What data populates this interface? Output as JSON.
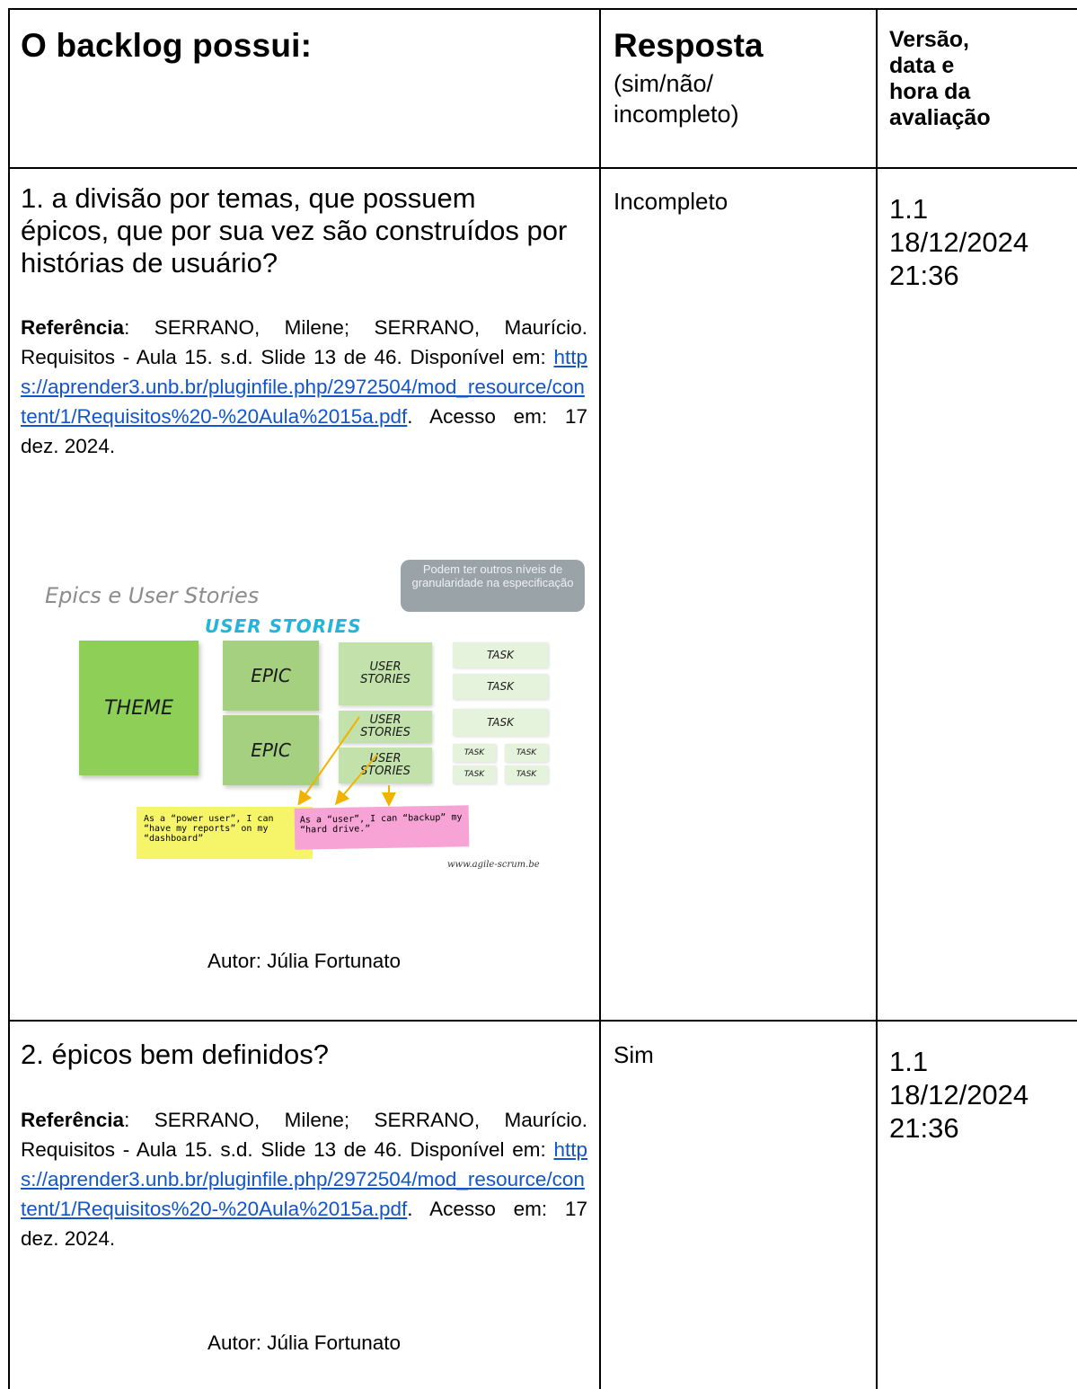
{
  "header": {
    "col1": "O backlog possui:",
    "col2_title": "Resposta",
    "col2_sub_1": "(sim/não/",
    "col2_sub_2": "incompleto)",
    "col3_l1": "Versão,",
    "col3_l2": "data e",
    "col3_l3": "hora da",
    "col3_l4": "avaliação"
  },
  "rows": [
    {
      "question_l1": "1. a divisão por temas, que possuem",
      "question_l2": "épicos, que por sua vez são construídos por",
      "question_l3": "histórias de usuário?",
      "ref_label": "Referência",
      "ref_text": ":   SERRANO,   Milene;   SERRANO, Maurício. Requisitos - Aula 15. s.d. Slide 13 de 46. Disponível em: ",
      "ref_link": "https://aprender3.unb.br/pluginfile.php/2972504/mod_resource/content/1/Requisitos%20-%20Aula%2015a.pdf",
      "ref_after": ". Acesso em: 17 dez. 2024.",
      "author": "Autor: Júlia Fortunato",
      "answer": "Incompleto",
      "version_l1": "1.1",
      "version_l2": "18/12/2024",
      "version_l3": "21:36"
    },
    {
      "question_l1": "2. épicos bem definidos?",
      "ref_label": "Referência",
      "ref_text": ":   SERRANO,   Milene;   SERRANO, Maurício. Requisitos - Aula 15. s.d. Slide 13 de 46. Disponível em: ",
      "ref_link": "https://aprender3.unb.br/pluginfile.php/2972504/mod_resource/content/1/Requisitos%20-%20Aula%2015a.pdf",
      "ref_after": ". Acesso em: 17 dez. 2024.",
      "author": "Autor: Júlia Fortunato",
      "answer": "Sim",
      "version_l1": "1.1",
      "version_l2": "18/12/2024",
      "version_l3": "21:36"
    }
  ],
  "figure": {
    "title": "Epics e User Stories",
    "note": "Podem ter outros níveis de granularidade na especificação",
    "heading": "USER STORIES",
    "theme": "THEME",
    "epic": "EPIC",
    "story_l1": "USER",
    "story_l2": "STORIES",
    "task": "TASK",
    "yellow_note": "As a “power user”, I can “have my reports” on my “dashboard”",
    "pink_note": "As a “user”, I can “backup” my “hard drive.”",
    "credit": "www.agile-scrum.be",
    "colors": {
      "theme": "#8ecf58",
      "epic": "#a4d07f",
      "story": "#c3e1ab",
      "task": "#e5f2dc",
      "yellow": "#f6f56a",
      "pink": "#f7a3d6",
      "arrow": "#f0b400",
      "link": "#1155cc"
    }
  }
}
